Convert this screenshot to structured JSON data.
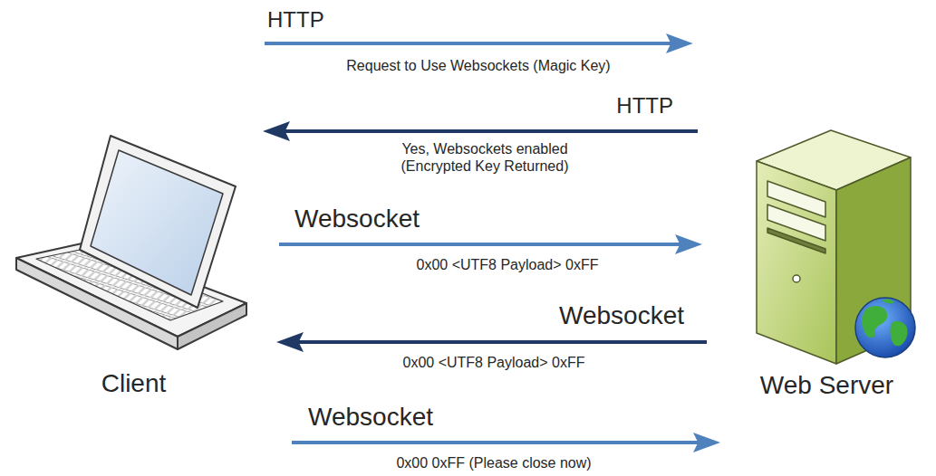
{
  "diagram": {
    "nodes": [
      {
        "text": [
          "Client"
        ]
      },
      {
        "text": [
          "Web Server"
        ]
      }
    ],
    "edges": [
      {
        "from": 0,
        "to": 1,
        "arrow": "to",
        "label": "HTTP"
      },
      {
        "from": 1,
        "to": 0,
        "arrow": "to",
        "label": "HTTP"
      },
      {
        "from": 0,
        "to": 1,
        "arrow": "to",
        "label": "Websocket"
      },
      {
        "from": 1,
        "to": 0,
        "arrow": "to",
        "label": "Websocket"
      },
      {
        "from": 0,
        "to": 1,
        "arrow": "to",
        "label": "Websocket"
      }
    ],
    "labels": [
      "Request to Use Websockets (Magic Key)",
      "Yes, Websockets enabled (Encrypted Key Returned)",
      "0x00 <UTF8 Payload> 0xFF",
      "0x00 <UTF8 Payload> 0xFF",
      "0x00 0xFF (Please close now)"
    ]
  }
}
